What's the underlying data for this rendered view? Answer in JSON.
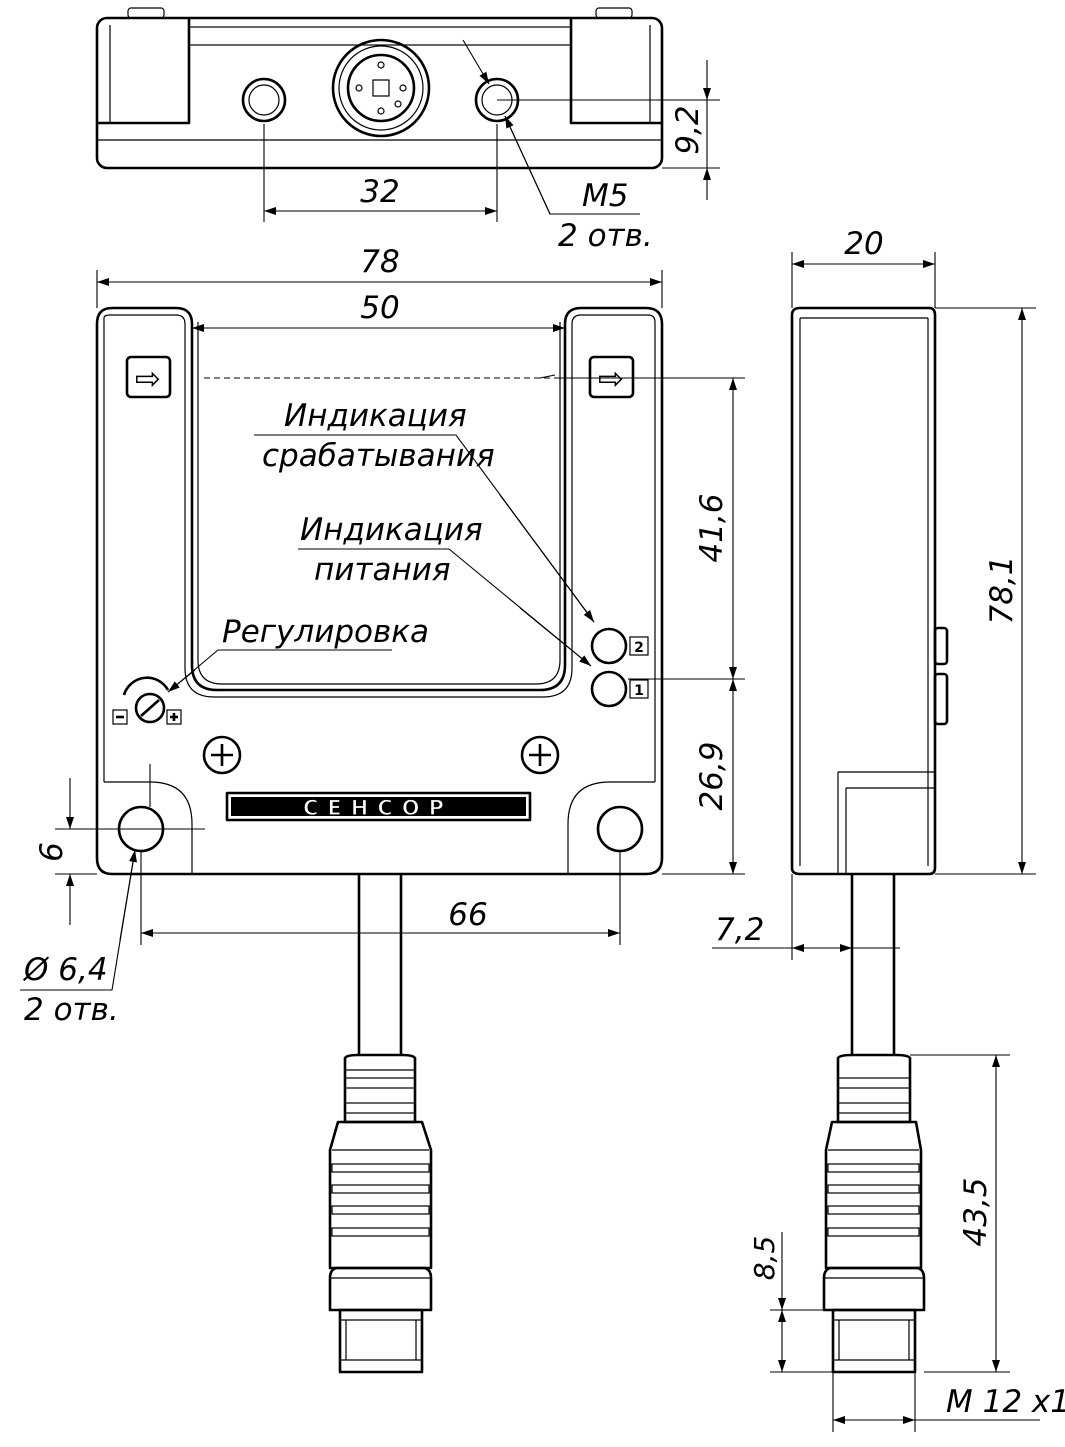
{
  "top_view": {
    "dim_hole_spacing": "32",
    "dim_height": "9,2",
    "thread_label": "M5",
    "thread_count": "2 отв."
  },
  "front_view": {
    "dim_width_total": "78",
    "dim_slot_width": "50",
    "dim_axis_to_led": "41,6",
    "dim_led_to_bottom": "26,9",
    "dim_mount_spacing": "66",
    "dim_hole_offset": "6",
    "hole_diameter": "Ø 6,4",
    "hole_count": "2 отв.",
    "callout_switching_line1": "Индикация",
    "callout_switching_line2": "срабатывания",
    "callout_power_line1": "Индикация",
    "callout_power_line2": "питания",
    "callout_adjust": "Регулировка",
    "brand": "СЕНСОР",
    "led_2": "2",
    "led_1": "1",
    "arrow_glyph": "⇨"
  },
  "side_view": {
    "dim_depth": "20",
    "dim_height_total": "78,1",
    "dim_cable_offset": "7,2",
    "dim_connector_len": "43,5",
    "dim_thread_len": "8,5",
    "thread_label": "M 12 x1"
  }
}
